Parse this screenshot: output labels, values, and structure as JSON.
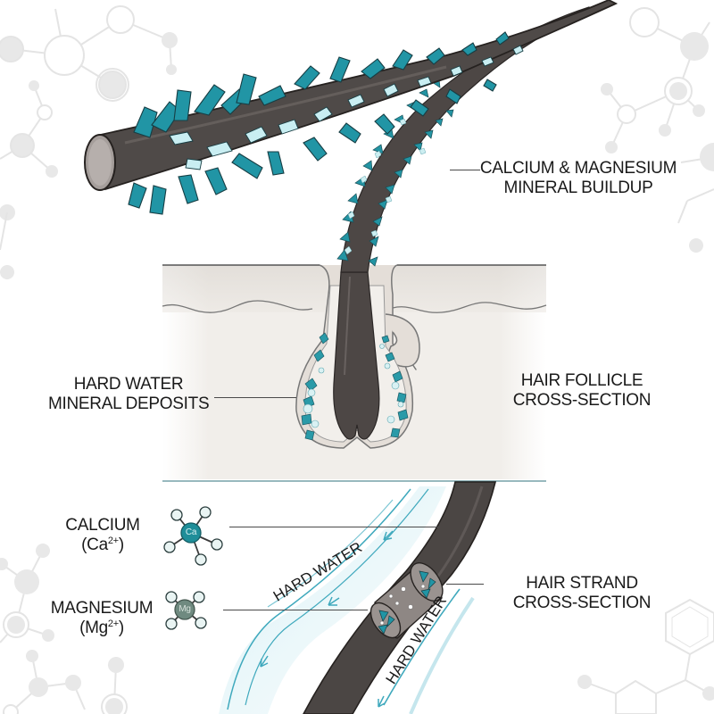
{
  "colors": {
    "background": "#ffffff",
    "hair": "#4a4644",
    "hair_dark": "#2f2c2b",
    "crystal": "#1f93a3",
    "crystal_light": "#bfe7ea",
    "skin": "#ece8e3",
    "skin_dark": "#d9d3cc",
    "water": "#8fd0dc",
    "molecule_bg": "#e6e6e6",
    "calcium_atom": "#1f8e99",
    "magnesium_atom": "#6f8a80",
    "text": "#1a1a1a"
  },
  "labels": {
    "mineral_buildup": {
      "line1": "CALCIUM & MAGNESIUM",
      "line2": "MINERAL BUILDUP"
    },
    "mineral_deposits": {
      "line1": "HARD WATER",
      "line2": "MINERAL DEPOSITS"
    },
    "follicle": {
      "line1": "HAIR FOLLICLE",
      "line2": "CROSS-SECTION"
    },
    "calcium": {
      "name": "CALCIUM",
      "formula_base": "(Ca",
      "formula_charge": "2+",
      "formula_close": ")",
      "atom_symbol": "Ca"
    },
    "magnesium": {
      "name": "MAGNESIUM",
      "formula_base": "(Mg",
      "formula_charge": "2+",
      "formula_close": ")",
      "atom_symbol": "Mg"
    },
    "strand": {
      "line1": "HAIR STRAND",
      "line2": "CROSS-SECTION"
    },
    "hard_water_1": "HARD WATER",
    "hard_water_2": "HARD WATER"
  }
}
